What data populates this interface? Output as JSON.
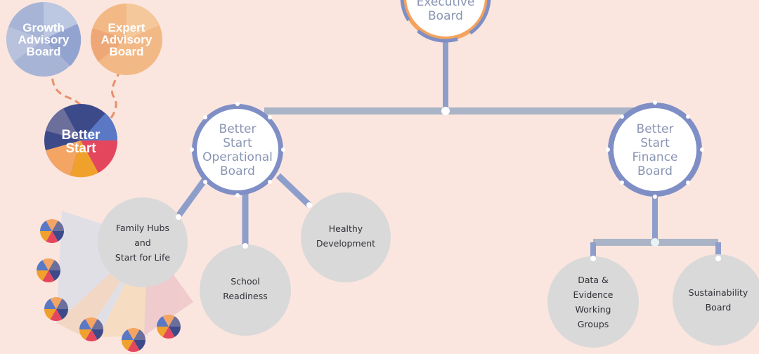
{
  "boards": {
    "executive": "Executive\nBoard",
    "operational": "Better\nStart\nOperational\nBoard",
    "finance": "Better\nStart\nFinance\nBoard"
  },
  "groups": {
    "family_hubs": "Family Hubs\nand\nStart for Life",
    "school_readiness": "School\nReadiness",
    "healthy_development": "Healthy\nDevelopment",
    "data_evidence": "Data &\nEvidence\nWorking\nGroups",
    "sustainability": "Sustainability\nBoard"
  },
  "logos": {
    "growth": "Growth\nAdvisory\nBoard",
    "expert": "Expert\nAdvisory\nBoard",
    "better_start": "Better\nStart"
  },
  "colors": {
    "background": "#fbe6df",
    "connector": "#8e9ecb",
    "connector_trunk": "#a9b4c6",
    "board_ring": "#7f8fc6",
    "board_text": "#8a95b4",
    "group_fill": "#d9d9d9",
    "group_text": "#2f3137",
    "advisory_link": "#e8906a"
  }
}
